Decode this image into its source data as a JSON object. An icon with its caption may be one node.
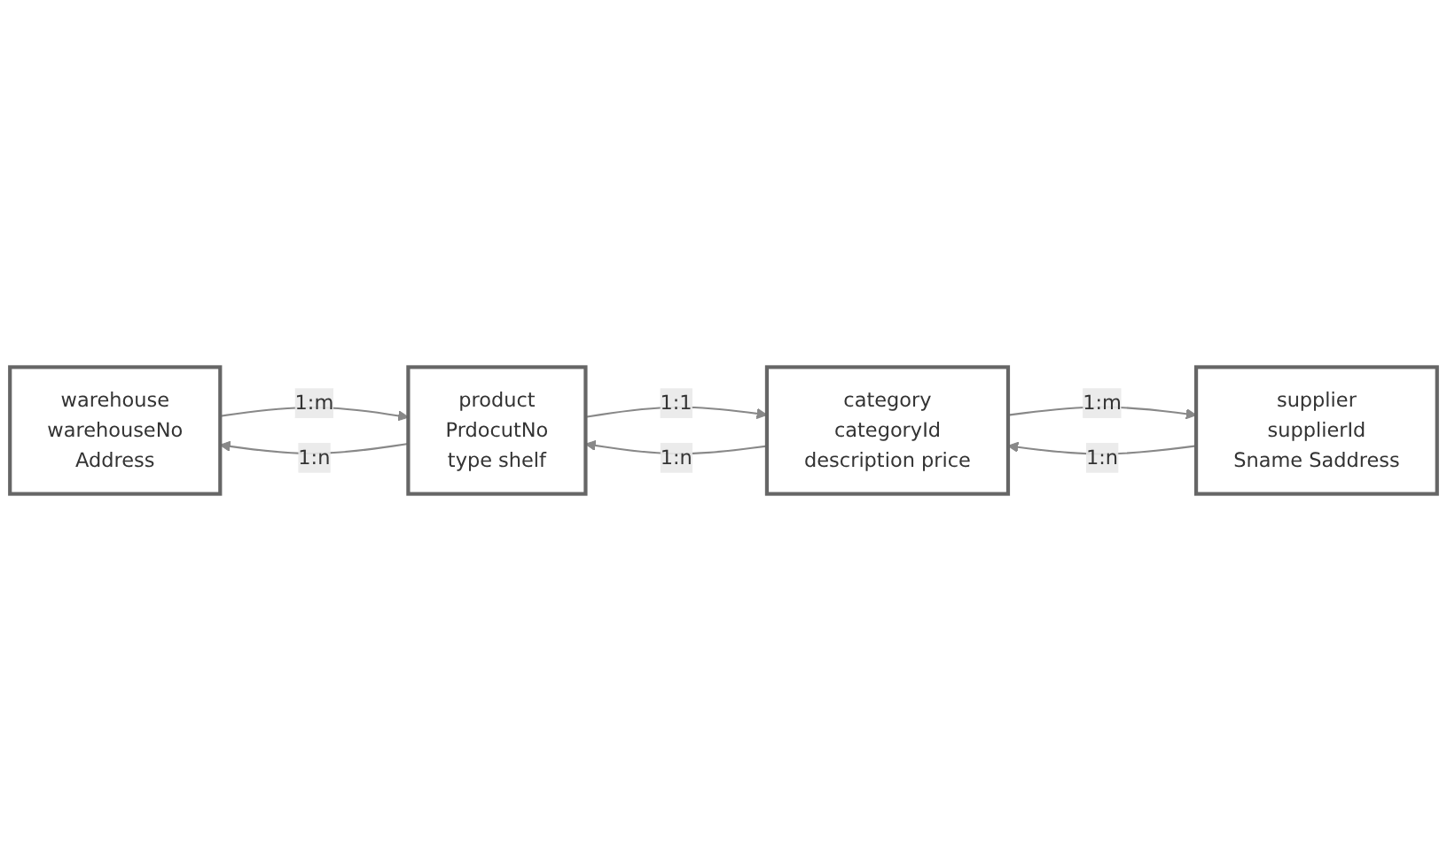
{
  "diagram": {
    "nodes": [
      {
        "text": [
          "warehouse",
          "warehouseNo",
          "Address"
        ]
      },
      {
        "text": [
          "product",
          "PrdocutNo",
          "type shelf"
        ]
      },
      {
        "text": [
          "supplier",
          "supplierId",
          "Sname Saddress"
        ]
      },
      {
        "text": [
          "category",
          "categoryId",
          "description price"
        ]
      }
    ],
    "edges": [
      {
        "from": 0,
        "to": 1,
        "arrow": "to",
        "label": "1:m"
      },
      {
        "from": 1,
        "to": 0,
        "arrow": "to",
        "label": "1:n"
      },
      {
        "from": 1,
        "to": 3,
        "arrow": "to",
        "label": "1:1"
      },
      {
        "from": 3,
        "to": 1,
        "arrow": "to",
        "label": "1:n"
      },
      {
        "from": 3,
        "to": 2,
        "arrow": "to",
        "label": "1:m"
      },
      {
        "from": 2,
        "to": 3,
        "arrow": "to",
        "label": "1:n"
      }
    ]
  }
}
